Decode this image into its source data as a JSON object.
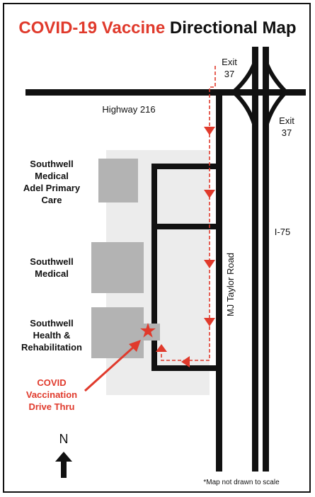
{
  "title": {
    "part1": "COVID-19 Vaccine",
    "part2": "Directional Map"
  },
  "colors": {
    "accent": "#e03a2c",
    "road": "#111111",
    "building": "#b3b3b3",
    "lot": "#ececec"
  },
  "labels": {
    "exit_top_line1": "Exit",
    "exit_top_line2": "37",
    "exit_right_line1": "Exit",
    "exit_right_line2": "37",
    "highway": "Highway 216",
    "interstate": "I-75",
    "road": "MJ Taylor Road",
    "building1_line1": "Southwell",
    "building1_line2": "Medical",
    "building1_line3": "Adel Primary",
    "building1_line4": "Care",
    "building2_line1": "Southwell",
    "building2_line2": "Medical",
    "building3_line1": "Southwell",
    "building3_line2": "Health &",
    "building3_line3": "Rehabilitation",
    "site_line1": "COVID",
    "site_line2": "Vaccination",
    "site_line3": "Drive Thru",
    "north": "N",
    "footnote": "*Map not drawn to scale"
  }
}
